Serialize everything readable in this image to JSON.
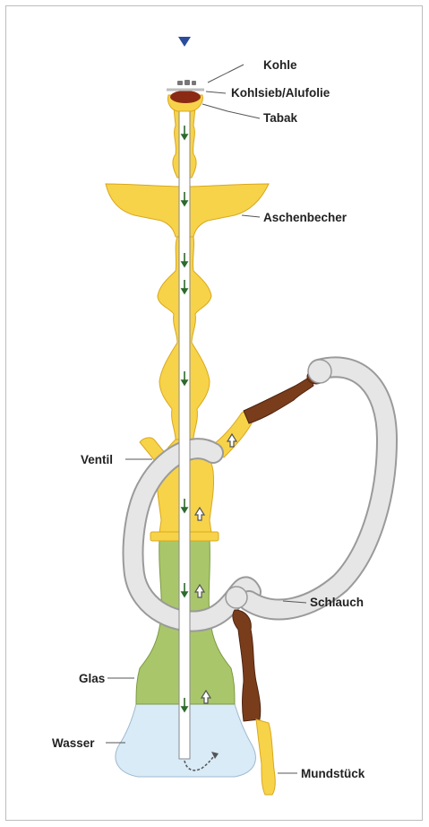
{
  "diagram": {
    "labels": {
      "kohle": "Kohle",
      "kohlsieb": "Kohlsieb/Alufolie",
      "tabak": "Tabak",
      "aschenbecher": "Aschenbecher",
      "ventil": "Ventil",
      "schlauch": "Schlauch",
      "glas": "Glas",
      "wasser": "Wasser",
      "mundstueck": "Mundstück"
    },
    "colors": {
      "brass": "#f7d34a",
      "brass_outline": "#d9a81e",
      "glass": "#a9c76a",
      "water": "#d8ebf7",
      "hose": "#e6e6e6",
      "hose_outline": "#9a9a9a",
      "wood": "#7a3d1c",
      "tobacco": "#8b2a14",
      "tube": "#ffffff",
      "arrow_down": "#2d6a2d",
      "arrow_up": "#555555",
      "marker": "#2a4c9a"
    }
  }
}
